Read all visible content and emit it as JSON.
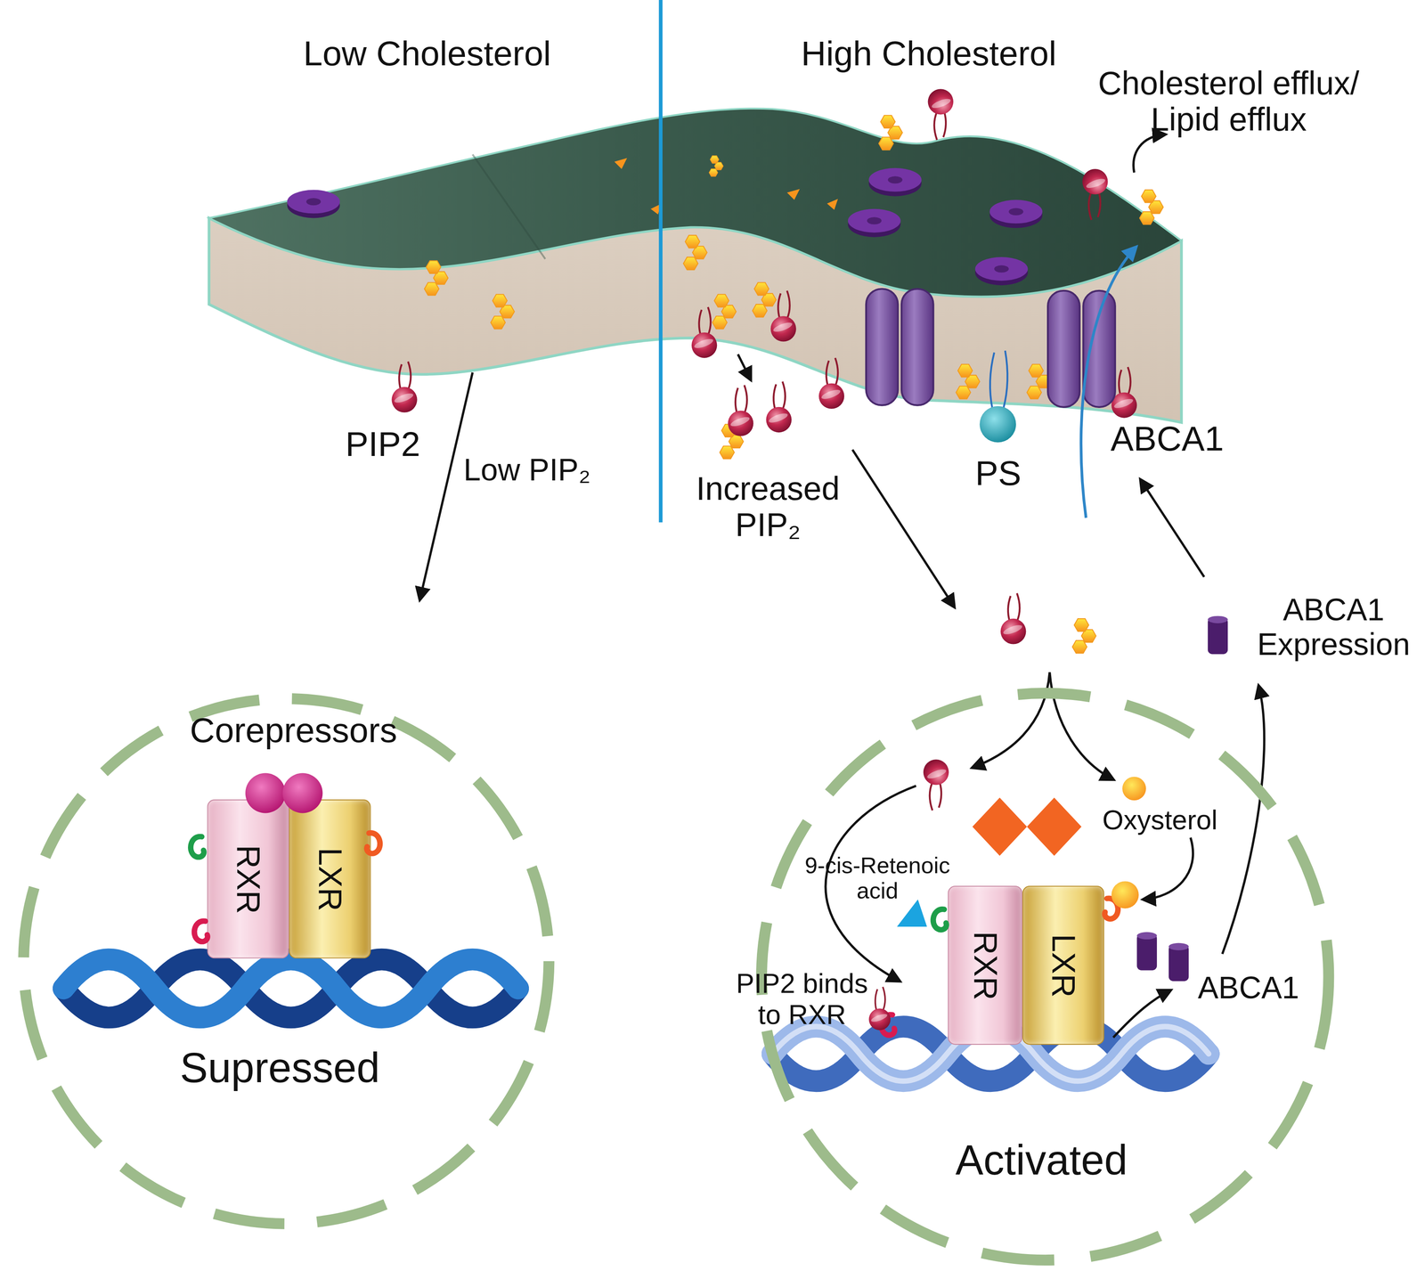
{
  "diagram": {
    "nodes": [
      {
        "text": [
          "Supressed"
        ]
      },
      {
        "text": [
          "RXR"
        ],
        "in": 0
      },
      {
        "text": [
          "LXR"
        ],
        "in": 0
      },
      {
        "text": [
          "Activated"
        ]
      },
      {
        "text": [
          "RXR"
        ],
        "in": 3
      },
      {
        "text": [
          "LXR"
        ],
        "in": 3
      }
    ],
    "labels": [
      "Low Cholesterol",
      "High Cholesterol",
      "Cholesterol efflux/ Lipid efflux",
      "PIP2",
      "Low PIP₂",
      "Increased PIP₂",
      "PS",
      "ABCA1",
      "ABCA1 Expression",
      "Corepressors",
      "Oxysterol",
      "9-cis-Retenoic acid",
      "PIP2 binds to RXR",
      "ABCA1"
    ]
  }
}
